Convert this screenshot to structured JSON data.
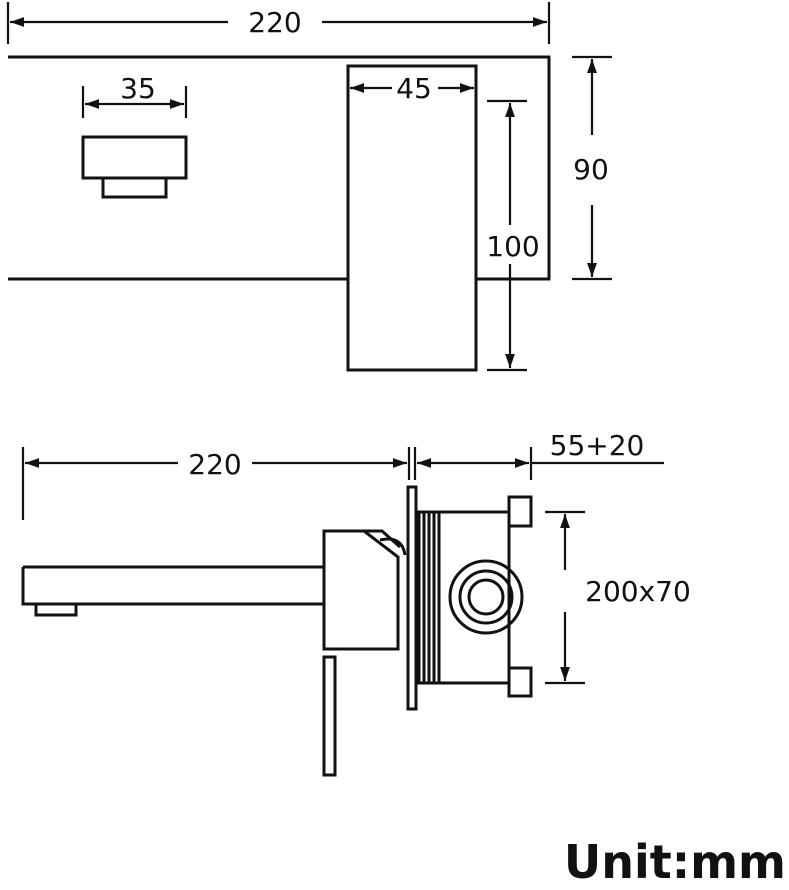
{
  "top_view": {
    "width_label": "220",
    "handle_width_label": "35",
    "spout_width_label": "45",
    "plate_height_label": "90",
    "spout_length_label": "100"
  },
  "side_view": {
    "spout_length_label": "220",
    "wall_depth_label": "55+20",
    "box_size_label": "200x70"
  },
  "unit_label": "Unit:mm"
}
